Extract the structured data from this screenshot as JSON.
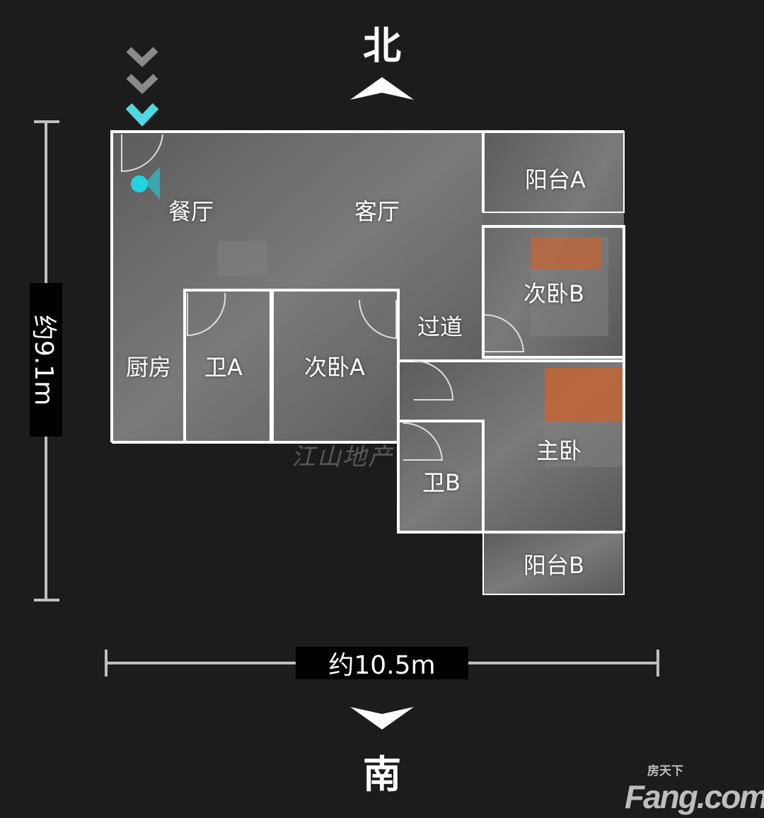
{
  "compass": {
    "north": "北",
    "south": "南"
  },
  "dimensions": {
    "height": "约9.1m",
    "width": "约10.5m"
  },
  "rooms": {
    "dining": "餐厅",
    "living": "客厅",
    "balcony_a": "阳台A",
    "bedroom_b": "次卧B",
    "corridor": "过道",
    "kitchen": "厨房",
    "bath_a": "卫A",
    "bedroom_a": "次卧A",
    "bath_b": "卫B",
    "master": "主卧",
    "balcony_b": "阳台B"
  },
  "watermark": "江山地产",
  "logo": {
    "main": "Fang.com",
    "sub": "房天下"
  },
  "colors": {
    "accent": "#22d3e0",
    "wall": "#ffffff",
    "background": "#1c1c1c"
  }
}
